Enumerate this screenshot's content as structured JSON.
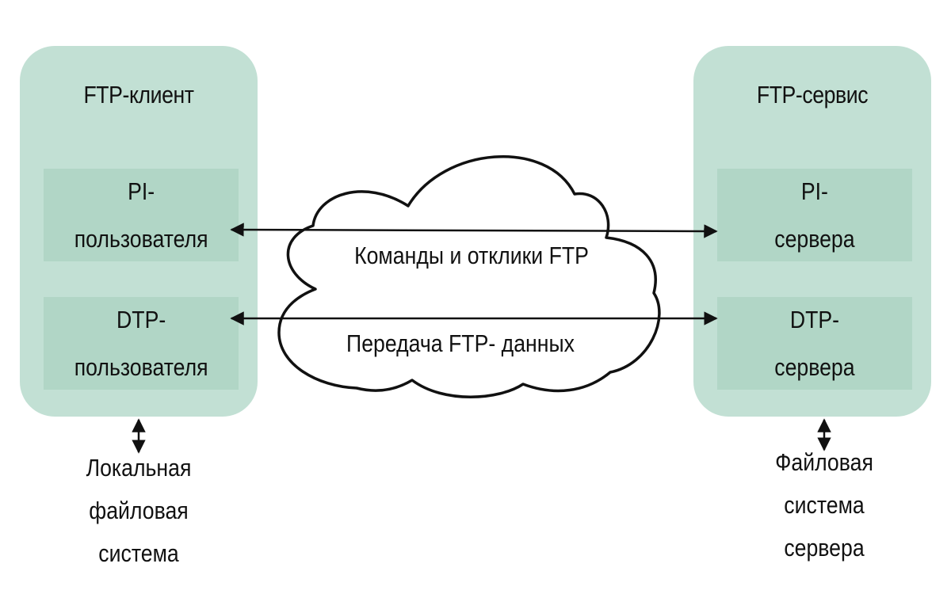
{
  "client": {
    "title": "FTP-клиент",
    "pi": "PI-\nпользователя",
    "dtp": "DTP-\nпользователя",
    "filesystem": "Локальная\nфайловая\nсистема"
  },
  "server": {
    "title": "FTP-сервис",
    "pi": "PI-\nсервера",
    "dtp": "DTP-\nсервера",
    "filesystem": "Файловая\nсистема\nсервера"
  },
  "network": {
    "commands": "Команды и отклики FTP",
    "data_transfer": "Передача FTP- данных"
  },
  "colors": {
    "panel": "#c2e0d4",
    "module": "#b1d6c6",
    "line": "#111111"
  }
}
